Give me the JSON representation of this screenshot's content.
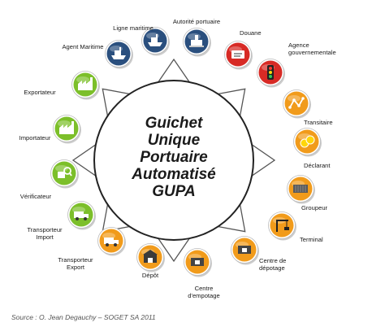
{
  "center": {
    "lines": [
      "Guichet",
      "Unique",
      "Portuaire",
      "Automatisé",
      "GUPA"
    ]
  },
  "actors": [
    {
      "label_lines": [
        "Autorité portuaire"
      ],
      "color": "#2a4f7e",
      "icon": "port-authority-icon"
    },
    {
      "label_lines": [
        "Douane"
      ],
      "color": "#d72a25",
      "icon": "customs-icon"
    },
    {
      "label_lines": [
        "Agence",
        "gouvernementale"
      ],
      "color": "#d72a25",
      "icon": "traffic-light-icon"
    },
    {
      "label_lines": [
        "Transitaire"
      ],
      "color": "#f19b1b",
      "icon": "route-map-icon"
    },
    {
      "label_lines": [
        "Déclarant"
      ],
      "color": "#f19b1b",
      "icon": "coins-icon"
    },
    {
      "label_lines": [
        "Groupeur"
      ],
      "color": "#f19b1b",
      "icon": "container-icon"
    },
    {
      "label_lines": [
        "Terminal"
      ],
      "color": "#f19b1b",
      "icon": "crane-icon"
    },
    {
      "label_lines": [
        "Centre de",
        "dépotage"
      ],
      "color": "#f19b1b",
      "icon": "unloading-icon"
    },
    {
      "label_lines": [
        "Centre",
        "d'empotage"
      ],
      "color": "#f19b1b",
      "icon": "loading-icon"
    },
    {
      "label_lines": [
        "Dépôt"
      ],
      "color": "#f19b1b",
      "icon": "warehouse-icon"
    },
    {
      "label_lines": [
        "Transporteur",
        "Export"
      ],
      "color": "#f19b1b",
      "icon": "truck-export-icon"
    },
    {
      "label_lines": [
        "Transporteur",
        "Import"
      ],
      "color": "#7cbf2a",
      "icon": "truck-import-icon"
    },
    {
      "label_lines": [
        "Vérificateur"
      ],
      "color": "#7cbf2a",
      "icon": "inspection-icon"
    },
    {
      "label_lines": [
        "Importateur"
      ],
      "color": "#7cbf2a",
      "icon": "factory-icon"
    },
    {
      "label_lines": [
        "Exportateur"
      ],
      "color": "#7cbf2a",
      "icon": "factory-export-icon"
    },
    {
      "label_lines": [
        "Agent Maritime"
      ],
      "color": "#2a4f7e",
      "icon": "ship-agent-icon"
    },
    {
      "label_lines": [
        "Ligne maritime"
      ],
      "color": "#2a4f7e",
      "icon": "ship-icon"
    }
  ],
  "source": "Source : O. Jean Degauchy – SOGET SA 2011"
}
